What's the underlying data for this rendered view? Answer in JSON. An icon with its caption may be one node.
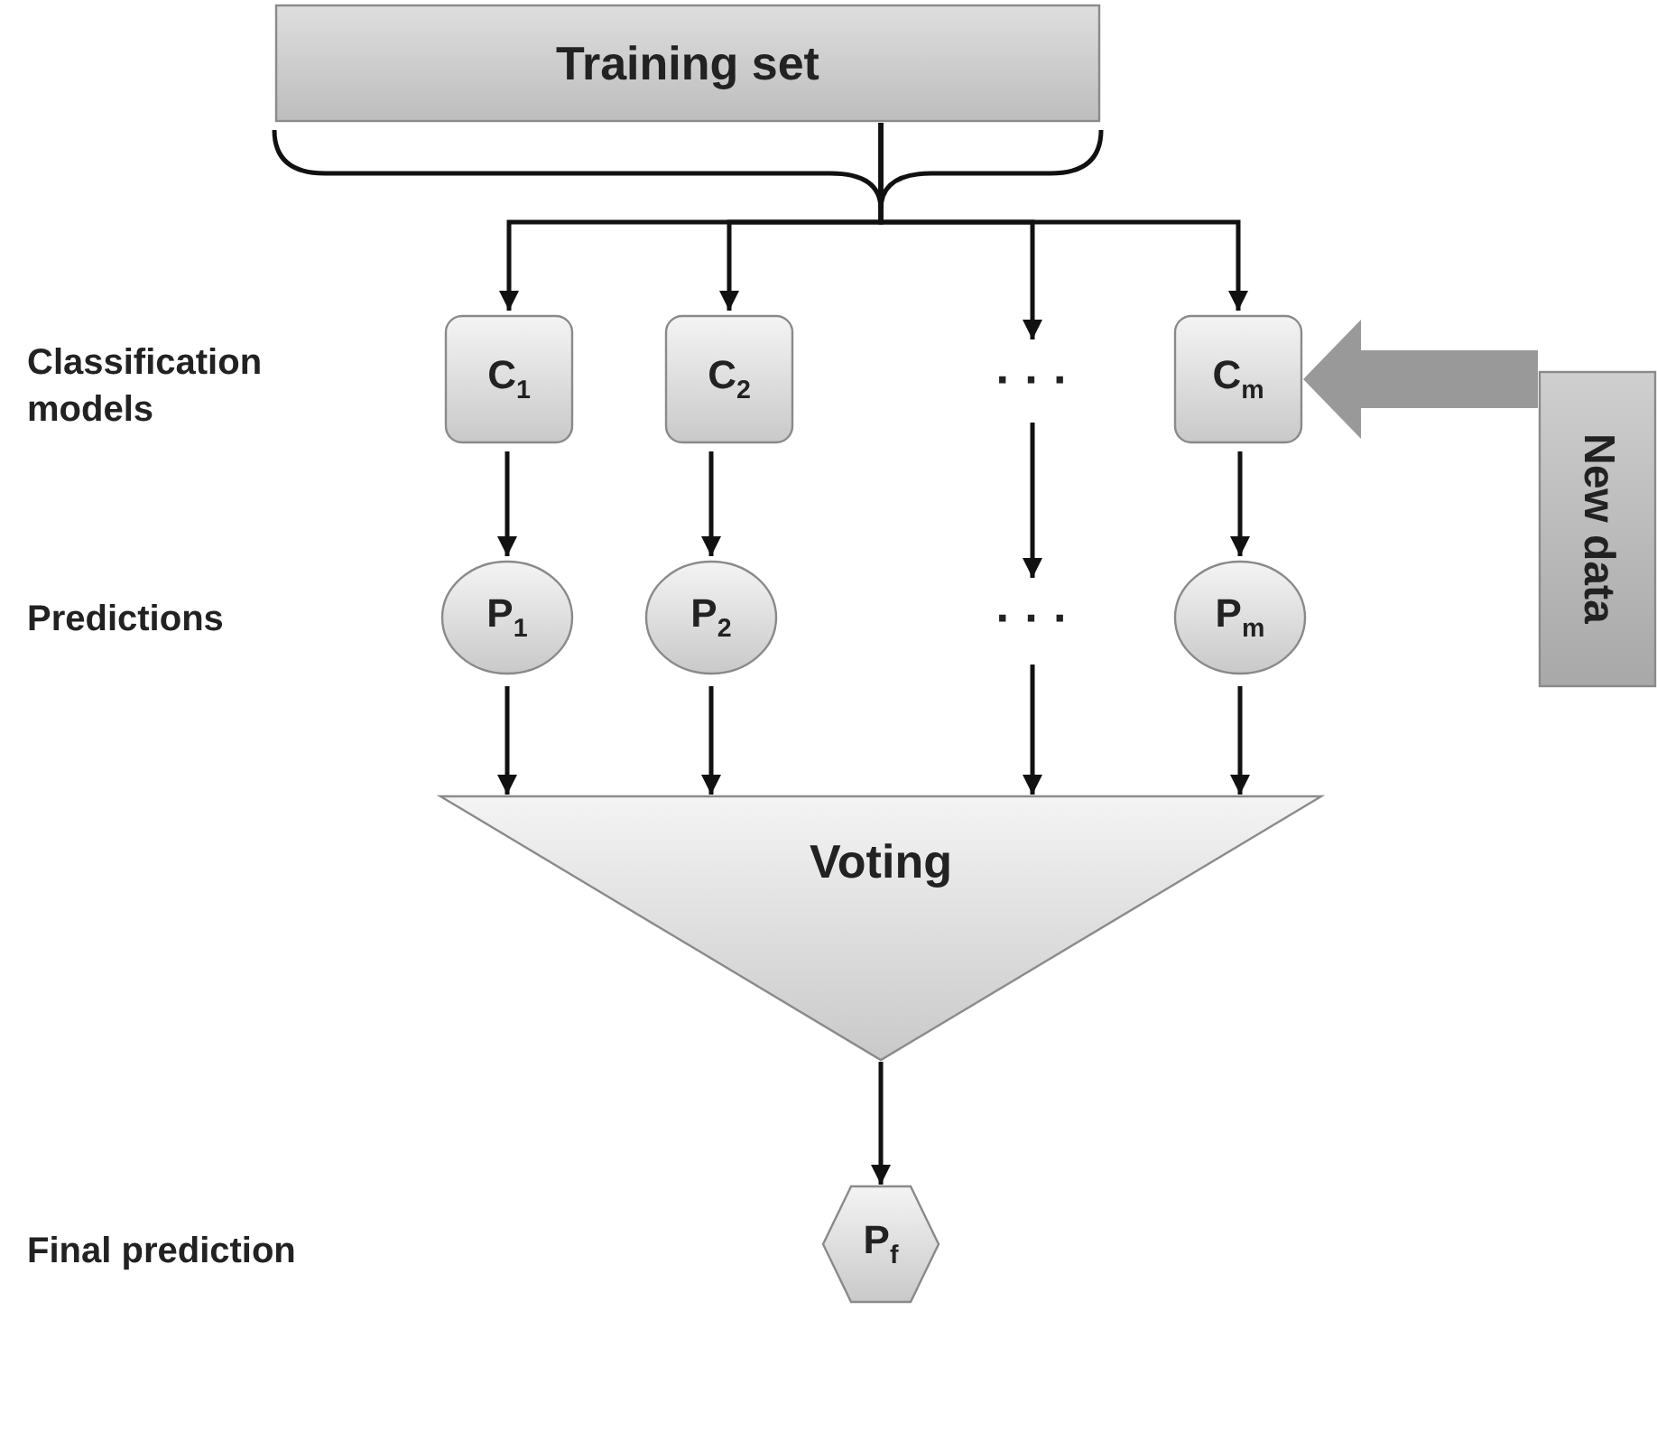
{
  "diagram": {
    "nodes": [
      {
        "text": [
          "Training set"
        ]
      },
      {
        "text": [
          "C$_{1}$"
        ]
      },
      {
        "text": [
          "C$_{2}$"
        ]
      },
      {
        "text": [
          "· · ·"
        ]
      },
      {
        "text": [
          "C$_{m}$"
        ]
      },
      {
        "text": [
          "New data"
        ]
      },
      {
        "text": [
          "P$_{1}$"
        ]
      },
      {
        "text": [
          "P$_{2}$"
        ]
      },
      {
        "text": [
          "· · ·"
        ]
      },
      {
        "text": [
          "P$_{m}$"
        ]
      },
      {
        "text": [
          "Voting"
        ]
      },
      {
        "text": [
          "P$_{f}$"
        ]
      }
    ],
    "edges": [
      {
        "from": 0,
        "to": 1,
        "arrow": "to"
      },
      {
        "from": 0,
        "to": 2,
        "arrow": "to"
      },
      {
        "from": 0,
        "to": 3,
        "arrow": "to"
      },
      {
        "from": 0,
        "to": 4,
        "arrow": "to"
      },
      {
        "from": 5,
        "to": 4,
        "arrow": "to",
        "style": "thick",
        "color": "#999999"
      },
      {
        "from": 1,
        "to": 6,
        "arrow": "to"
      },
      {
        "from": 2,
        "to": 7,
        "arrow": "to"
      },
      {
        "from": 3,
        "to": 8,
        "arrow": "to"
      },
      {
        "from": 4,
        "to": 9,
        "arrow": "to"
      },
      {
        "from": 6,
        "to": 10,
        "arrow": "to"
      },
      {
        "from": 7,
        "to": 10,
        "arrow": "to"
      },
      {
        "from": 8,
        "to": 10,
        "arrow": "to"
      },
      {
        "from": 9,
        "to": 10,
        "arrow": "to"
      },
      {
        "from": 10,
        "to": 11,
        "arrow": "to"
      }
    ],
    "labels": [
      "Classification models",
      "Predictions",
      "Final prediction"
    ]
  }
}
